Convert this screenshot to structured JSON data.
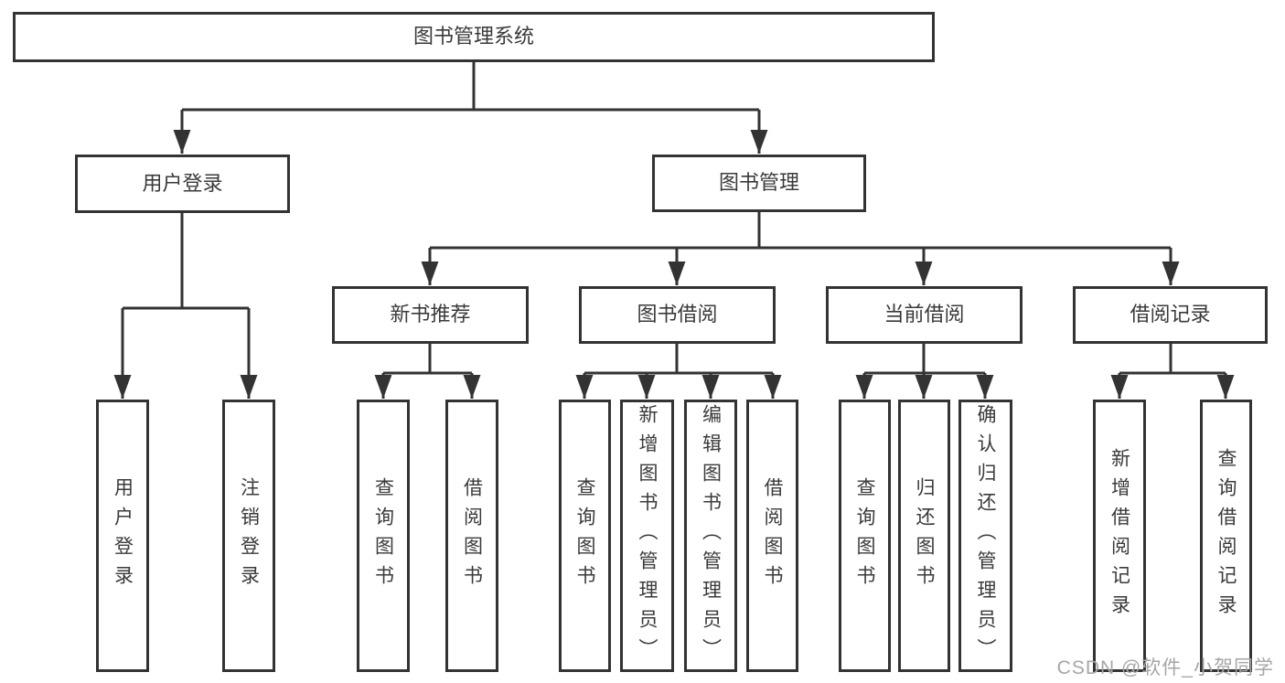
{
  "diagram": {
    "title": "图书管理系统",
    "tree": {
      "root": "图书管理系统",
      "branches": [
        {
          "label": "用户登录",
          "children": [
            "用户登录",
            "注销登录"
          ]
        },
        {
          "label": "图书管理",
          "sections": [
            {
              "label": "新书推荐",
              "children": [
                "查询图书",
                "借阅图书"
              ]
            },
            {
              "label": "图书借阅",
              "children": [
                "查询图书",
                "新增图书（管理员）",
                "编辑图书（管理员）",
                "借阅图书"
              ]
            },
            {
              "label": "当前借阅",
              "children": [
                "查询图书",
                "归还图书",
                "确认归还（管理员）"
              ]
            },
            {
              "label": "借阅记录",
              "children": [
                "新增借阅记录",
                "查询借阅记录"
              ]
            }
          ]
        }
      ]
    },
    "colors": {
      "line": "#333333",
      "box_border": "#333333",
      "text": "#3a3a3a",
      "watermark": "#a6a6a6",
      "background": "#ffffff"
    },
    "watermark": "CSDN @软件_小贺同学"
  }
}
